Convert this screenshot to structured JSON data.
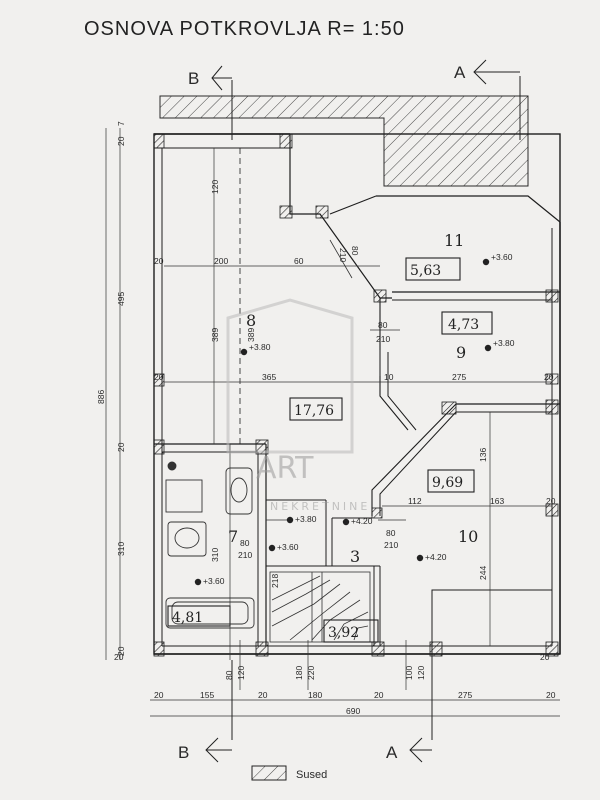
{
  "title": "OSNOVA POTKROVLJA  R= 1:50",
  "sections": {
    "b_top": "B",
    "a_top": "A",
    "b_bottom": "B",
    "a_bottom": "A"
  },
  "legend": {
    "label": "Sused"
  },
  "watermark": {
    "line1": "ART",
    "line2": "NEKRETNINE"
  },
  "rooms": {
    "r8": {
      "number": "8",
      "area": "17,76",
      "level": "+3.80"
    },
    "r9": {
      "number": "9",
      "area": "4,73",
      "level": "+3.80"
    },
    "r10": {
      "number": "10",
      "area": "9,69",
      "level": "+4.20"
    },
    "r11": {
      "number": "11",
      "area": "5,63",
      "level": "+3.60"
    },
    "r7": {
      "number": "7",
      "area": "4,81",
      "level": "+3.60"
    },
    "r3": {
      "number": "3",
      "area": "3,92",
      "level": "+4.20"
    },
    "hall_level": "+3.80"
  },
  "dims": {
    "top_20": "20",
    "top_7": "7",
    "left_495": "495",
    "left_886": "886",
    "left_20": "20",
    "left_310": "310",
    "left_20b": "20",
    "r_120": "120",
    "r_200": "200",
    "r_60": "60",
    "r_20a": "20",
    "r_389a": "389",
    "r_389b": "389",
    "r_365": "365",
    "r_20b": "20",
    "r_10": "10",
    "r_275": "275",
    "r_20c": "20",
    "r_136": "136",
    "r_112": "112",
    "r_163": "163",
    "r_20d": "20",
    "r_244": "244",
    "door_80a": "80",
    "door_210a": "210",
    "door_80b": "80",
    "door_210b": "210",
    "door_80c": "80",
    "door_210c": "210",
    "door_80d": "80",
    "door_210d": "210",
    "b_310": "310",
    "b_218": "218",
    "b_80": "80",
    "b_120": "120",
    "s_180": "180",
    "s_220": "220",
    "s_100": "100",
    "s_120": "120",
    "bot_20a": "20",
    "bot_155": "155",
    "bot_20b": "20",
    "bot_180": "180",
    "bot_20c": "20",
    "bot_275": "275",
    "bot_20d": "20",
    "bot_690": "690",
    "bot_20e": "20",
    "bot_20f": "20"
  }
}
